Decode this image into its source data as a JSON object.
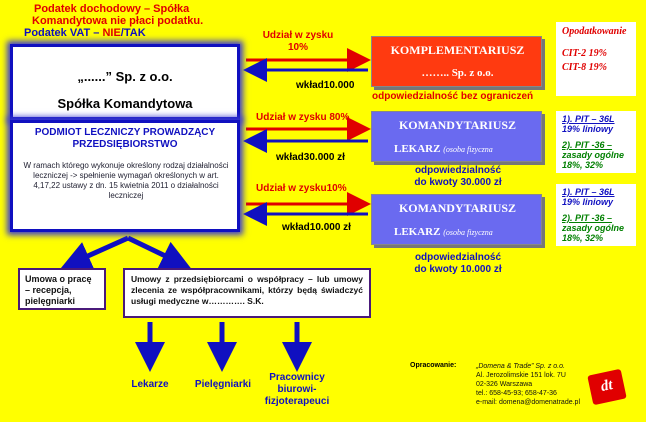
{
  "header": {
    "line1": "Podatek dochodowy – Spółka",
    "line2": "Komandytowa nie płaci podatku.",
    "line3_prefix": "Podatek VAT –",
    "line3_nie": "NIE",
    "line3_tak": "/TAK"
  },
  "company": {
    "name_line1": "„......” Sp. z o.o.",
    "name_line2": "Spółka Komandytowa"
  },
  "entity": {
    "title": "PODMIOT LECZNICZY PROWADZĄCY PRZEDSIĘBIORSTWO",
    "description": "W ramach którego wykonuje określony rodzaj działalności leczniczej -> spełnienie wymagań określonych w art. 4,17,22 ustawy z dn. 15 kwietnia 2011 o działalności leczniczej"
  },
  "flows": [
    {
      "share": "Udział w zysku 10%",
      "contribution": "wkład10.000"
    },
    {
      "share": "Udział w zysku 80%",
      "contribution": "wkład30.000 zł"
    },
    {
      "share": "Udział w zysku10%",
      "contribution": "wkład10.000 zł"
    }
  ],
  "complementary": {
    "title": "KOMPLEMENTARIUSZ",
    "subtitle": "…….. Sp. z o.o.",
    "liability": "odpowiedzialność bez ograniczeń"
  },
  "limited_partners": [
    {
      "title": "KOMANDYTARIUSZ",
      "role": "LEKARZ",
      "role_note": "(osoba fizyczna",
      "liability_line1": "odpowiedzialność",
      "liability_line2": "do kwoty 30.000 zł"
    },
    {
      "title": "KOMANDYTARIUSZ",
      "role": "LEKARZ",
      "role_note": "(osoba fizyczna",
      "liability_line1": "odpowiedzialność",
      "liability_line2": "do kwoty 10.000 zł"
    }
  ],
  "taxation": {
    "title": "Opodatkowanie",
    "cit2": "CIT-2 19%",
    "cit8": "CIT-8 19%"
  },
  "pit_boxes": [
    {
      "opt1_head": "1). PIT – 36L",
      "opt1_body": "19% liniowy",
      "opt2_head": "2). PIT -36 –",
      "opt2_body": "zasady ogólne 18%, 32%"
    },
    {
      "opt1_head": "1). PIT – 36L",
      "opt1_body": "19% liniowy",
      "opt2_head": "2). PIT -36 –",
      "opt2_body": "zasady ogólne 18%, 32%"
    }
  ],
  "employment": {
    "contract_box": "Umowa o pracę – recepcja, pielęgniarki",
    "cooperation_box": "Umowy z przedsiębiorcami o współpracy – lub umowy zlecenia ze współpracownikami, którzy będą świadczyć usługi medyczne w…………. S.K.",
    "groups": [
      "Lekarze",
      "Pielęgniarki",
      "Pracownicy biurowi- fizjoterapeuci"
    ]
  },
  "footer": {
    "prepared_label": "Opracowanie:",
    "company": "„Domena & Trade” Sp. z o.o.",
    "address1": "Al. Jerozolimskie 151 lok. 7U",
    "address2": "02-326 Warszawa",
    "phone": "tel.: 658-45-93; 658-47-36",
    "email": "e-mail: domena@domenatrade.pl",
    "logo_text": "dt"
  }
}
